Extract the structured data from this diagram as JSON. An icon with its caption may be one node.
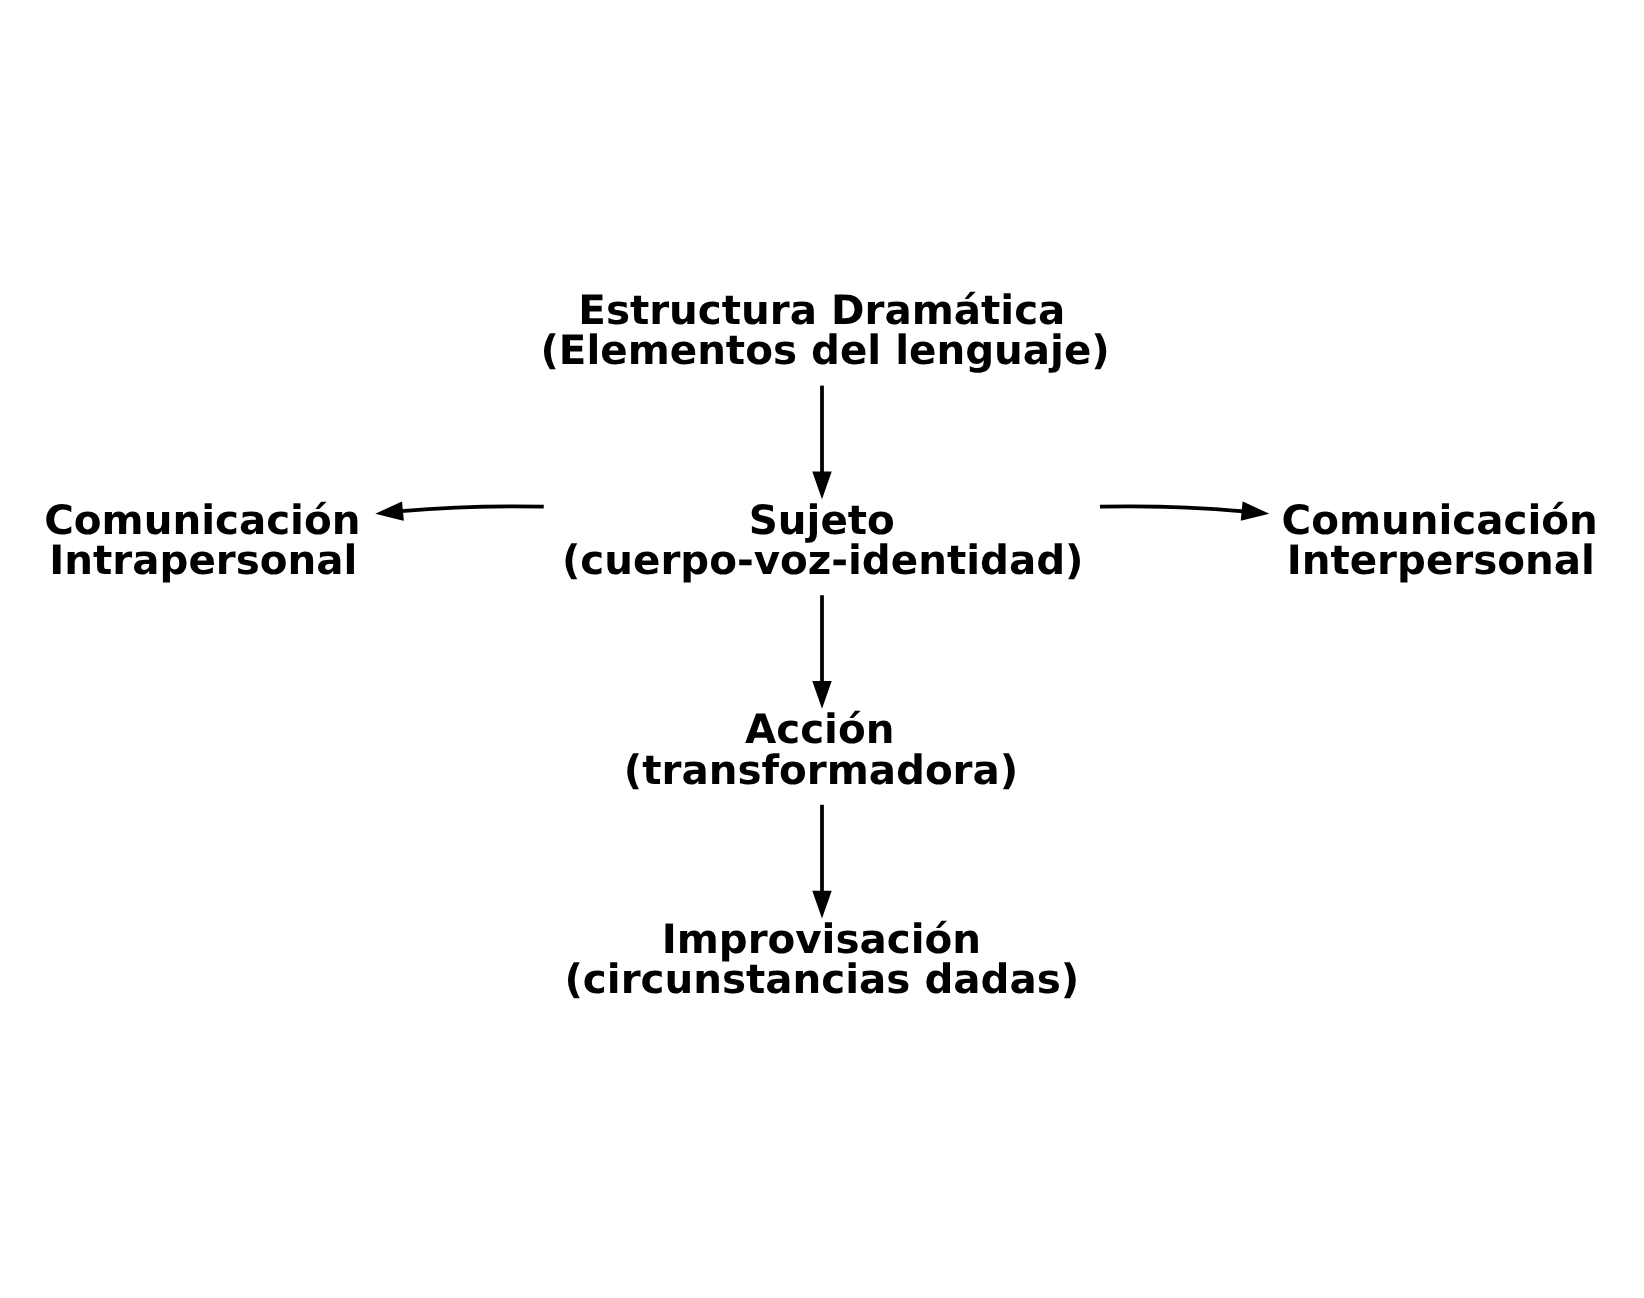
{
  "diagram": {
    "nodes": [
      {
        "text": [
          "Estructura Dramática",
          "(Elementos del lenguaje)"
        ]
      },
      {
        "text": [
          "Sujeto",
          "(cuerpo-voz-identidad)"
        ]
      },
      {
        "text": [
          "Comunicación Intrapersonal"
        ]
      },
      {
        "text": [
          "Comunicación Interpersonal"
        ]
      },
      {
        "text": [
          "Acción",
          "(transformadora)"
        ]
      },
      {
        "text": [
          "Improvisación",
          "(circunstancias dadas)"
        ]
      }
    ],
    "edges": [
      {
        "from": 0,
        "to": 1,
        "arrow": "to"
      },
      {
        "from": 1,
        "to": 2,
        "arrow": "to"
      },
      {
        "from": 1,
        "to": 3,
        "arrow": "to"
      },
      {
        "from": 1,
        "to": 4,
        "arrow": "to"
      },
      {
        "from": 4,
        "to": 5,
        "arrow": "to"
      }
    ]
  }
}
